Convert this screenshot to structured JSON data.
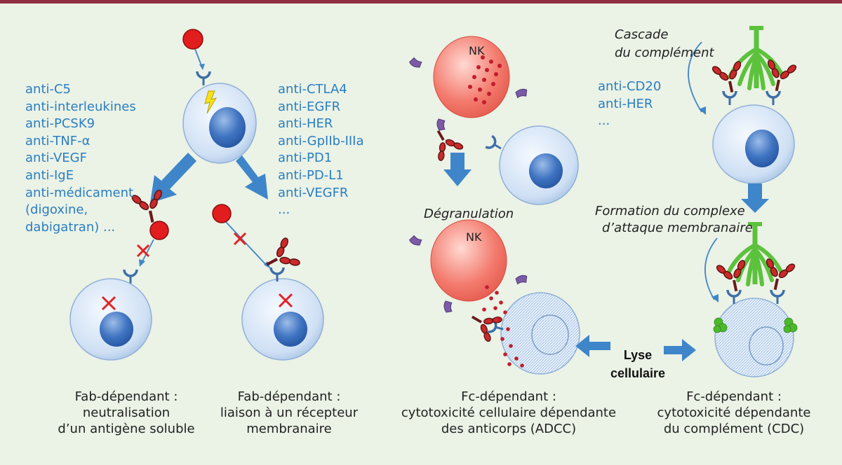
{
  "panel1": {
    "targets": [
      "anti-C5",
      "anti-interleukines",
      "anti-PCSK9",
      "anti-TNF-α",
      "anti-VEGF",
      "anti-IgE",
      "anti-médicament",
      "(digoxine,",
      "dabigatran) ..."
    ],
    "caption": [
      "Fab-dépendant :",
      "neutralisation",
      "d’un antigène soluble"
    ]
  },
  "panel2": {
    "targets": [
      "anti-CTLA4",
      "anti-EGFR",
      "anti-HER",
      "anti-GpIIb-IIIa",
      "anti-PD1",
      "anti-PD-L1",
      "anti-VEGFR",
      "..."
    ],
    "caption": [
      "Fab-dépendant :",
      "liaison à un récepteur",
      "membranaire"
    ]
  },
  "panel3": {
    "nk_label": "NK",
    "step_label": "Dégranulation",
    "caption": [
      "Fc-dépendant :",
      "cytotoxicité cellulaire dépendante",
      "des anticorps (ADCC)"
    ]
  },
  "panel4": {
    "cascade_label": [
      "Cascade",
      "du  complément"
    ],
    "targets": [
      "anti-CD20",
      "anti-HER",
      "..."
    ],
    "step_label": [
      "Formation du complexe",
      "d’attaque membranaire"
    ],
    "caption": [
      "Fc-dépendant :",
      "cytotoxicité dépendante",
      "du complément (CDC)"
    ]
  },
  "center_label": [
    "Lyse",
    "cellulaire"
  ],
  "colors": {
    "topbar": "#8f2f3f",
    "background": "#ebf2e6",
    "list_text": "#2a7fc1",
    "cell_fill": "#cfe0f4",
    "nucleus": "#2f62b0",
    "antigen": "#e02020",
    "antibody": "#c4202a",
    "nk_cell": "#f07a6e",
    "complement": "#5cc23c",
    "arrow": "#3e86c9",
    "receptor": "#7b5aa6"
  }
}
